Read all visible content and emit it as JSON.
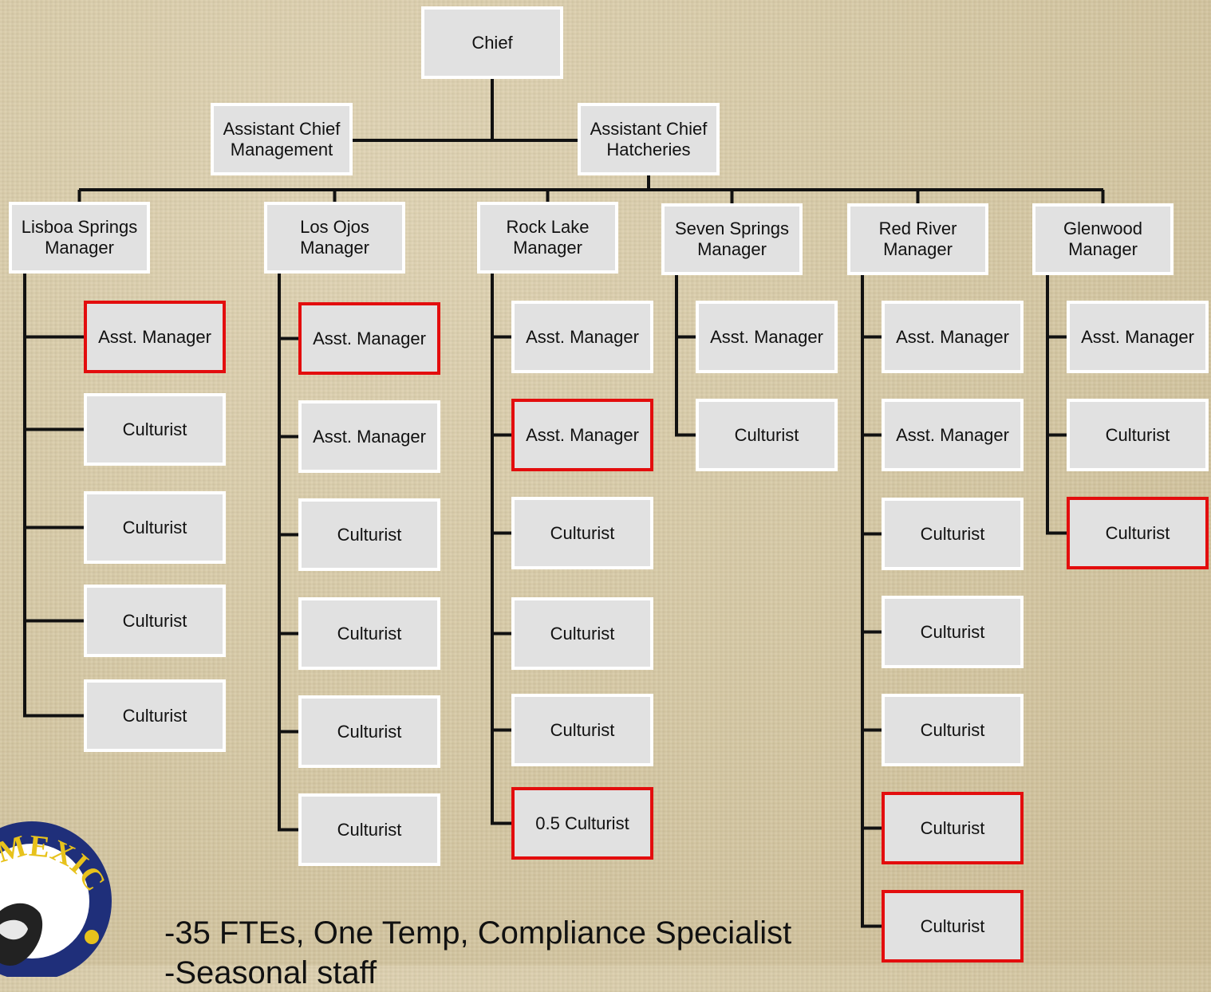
{
  "accent_red": "#e30d0d",
  "chief": {
    "line1": "Chief"
  },
  "asst_chief_mgmt": {
    "line1": "Assistant Chief",
    "line2": "Management"
  },
  "asst_chief_hatch": {
    "line1": "Assistant Chief",
    "line2": "Hatcheries"
  },
  "hatcheries": [
    {
      "name": "Lisboa Springs",
      "role": "Manager",
      "staff": [
        {
          "title": "Asst. Manager",
          "highlighted": true
        },
        {
          "title": "Culturist",
          "highlighted": false
        },
        {
          "title": "Culturist",
          "highlighted": false
        },
        {
          "title": "Culturist",
          "highlighted": false
        },
        {
          "title": "Culturist",
          "highlighted": false
        }
      ]
    },
    {
      "name": "Los Ojos",
      "role": "Manager",
      "staff": [
        {
          "title": "Asst. Manager",
          "highlighted": true
        },
        {
          "title": "Asst. Manager",
          "highlighted": false
        },
        {
          "title": "Culturist",
          "highlighted": false
        },
        {
          "title": "Culturist",
          "highlighted": false
        },
        {
          "title": "Culturist",
          "highlighted": false
        },
        {
          "title": "Culturist",
          "highlighted": false
        }
      ]
    },
    {
      "name": "Rock Lake",
      "role": "Manager",
      "staff": [
        {
          "title": "Asst. Manager",
          "highlighted": false
        },
        {
          "title": "Asst. Manager",
          "highlighted": true
        },
        {
          "title": "Culturist",
          "highlighted": false
        },
        {
          "title": "Culturist",
          "highlighted": false
        },
        {
          "title": "Culturist",
          "highlighted": false
        },
        {
          "title": "0.5 Culturist",
          "highlighted": true
        }
      ]
    },
    {
      "name": "Seven Springs",
      "role": "Manager",
      "staff": [
        {
          "title": "Asst. Manager",
          "highlighted": false
        },
        {
          "title": "Culturist",
          "highlighted": false
        }
      ]
    },
    {
      "name": "Red River",
      "role": "Manager",
      "staff": [
        {
          "title": "Asst. Manager",
          "highlighted": false
        },
        {
          "title": "Asst. Manager",
          "highlighted": false
        },
        {
          "title": "Culturist",
          "highlighted": false
        },
        {
          "title": "Culturist",
          "highlighted": false
        },
        {
          "title": "Culturist",
          "highlighted": false
        },
        {
          "title": "Culturist",
          "highlighted": true
        },
        {
          "title": "Culturist",
          "highlighted": true
        }
      ]
    },
    {
      "name": "Glenwood",
      "role": "Manager",
      "staff": [
        {
          "title": "Asst. Manager",
          "highlighted": false
        },
        {
          "title": "Culturist",
          "highlighted": false
        },
        {
          "title": "Culturist",
          "highlighted": true
        }
      ]
    }
  ],
  "footer": {
    "line1": "-35 FTEs, One Temp, Compliance Specialist",
    "line2": "-Seasonal staff"
  },
  "seal": {
    "text": "MEXICO"
  }
}
